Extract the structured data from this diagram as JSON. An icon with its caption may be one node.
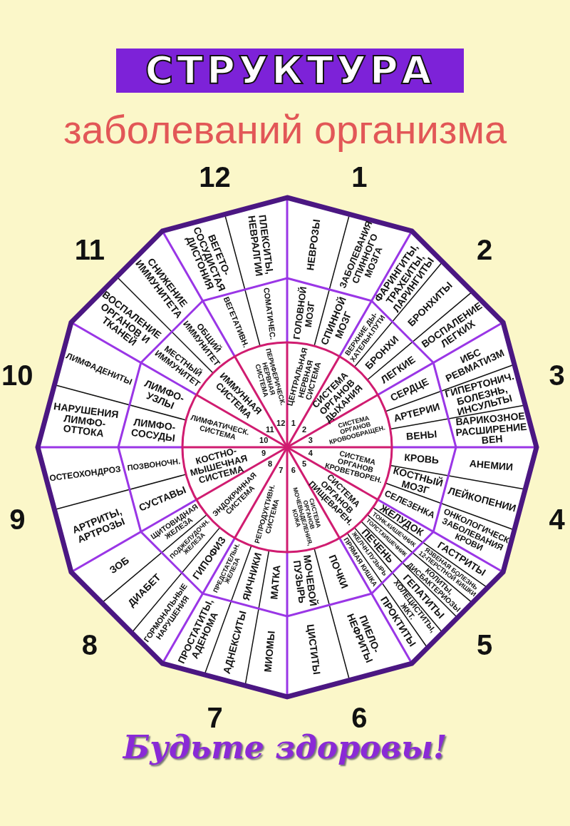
{
  "diagram": {
    "title": "СТРУКТУРА",
    "caption": "Будьте здоровы!",
    "nodes": [
      {
        "text": [
          "1",
          "ЦЕНТРАЛЬНАЯ НЕРВНАЯ СИСТЕМА"
        ]
      },
      {
        "text": [
          "ГОЛОВНОЙ МОЗГ"
        ]
      },
      {
        "text": [
          "СПИННОЙ МОЗГ"
        ]
      },
      {
        "text": [
          "НЕВРОЗЫ"
        ]
      },
      {
        "text": [
          "ЗАБОЛЕВАНИЯ СПИННОГО МОЗГА"
        ]
      },
      {
        "text": [
          "2",
          "СИСТЕМА ОРГАНОВ ДЫХАНИЯ"
        ]
      },
      {
        "text": [
          "ВЕРХНИЕ ДЫ- ХАТЕЛЬН.ПУТИ"
        ]
      },
      {
        "text": [
          "БРОНХИ"
        ]
      },
      {
        "text": [
          "ЛЕГКИЕ"
        ]
      },
      {
        "text": [
          "ФАРИНГИТЫ, ТРАХЕИТЫ, ЛАРИНГИТЫ"
        ]
      },
      {
        "text": [
          "БРОНХИТЫ"
        ]
      },
      {
        "text": [
          "ВОСПАЛЕНИЕ ЛЕГКИХ"
        ]
      },
      {
        "text": [
          "3",
          "СИСТЕМА ОРГАНОВ КРОВООБРАЩЕН."
        ]
      },
      {
        "text": [
          "СЕРДЦЕ"
        ]
      },
      {
        "text": [
          "АРТЕРИИ"
        ]
      },
      {
        "text": [
          "ВЕНЫ"
        ]
      },
      {
        "text": [
          "ИБС РЕВМАТИЗМ"
        ]
      },
      {
        "text": [
          "ГИПЕРТОНИЧ. БОЛЕЗНЬ, ИНСУЛЬТЫ"
        ]
      },
      {
        "text": [
          "ВАРИКОЗНОЕ РАСШИРЕНИЕ ВЕН"
        ]
      },
      {
        "text": [
          "4",
          "СИСТЕМА ОРГАНОВ КРОВЕТВОРЕН."
        ]
      },
      {
        "text": [
          "КРОВЬ"
        ]
      },
      {
        "text": [
          "КОСТНЫЙ МОЗГ"
        ]
      },
      {
        "text": [
          "СЕЛЕЗЕНКА"
        ]
      },
      {
        "text": [
          "АНЕМИИ"
        ]
      },
      {
        "text": [
          "ЛЕЙКОПЕНИИ"
        ]
      },
      {
        "text": [
          "ОНКОЛОГИЧЕСК ЗАБОЛЕВАНИЯ КРОВИ"
        ]
      },
      {
        "text": [
          "5",
          "СИСТЕМА ОРГАНОВ ПИЩЕВАРЕН."
        ]
      },
      {
        "text": [
          "ЖЕЛУДОК"
        ]
      },
      {
        "text": [
          "ТОНК.КИШЕЧНИК"
        ]
      },
      {
        "text": [
          "ТОЛСТ.КИШЕЧНИК"
        ]
      },
      {
        "text": [
          "ПЕЧЕНЬ"
        ]
      },
      {
        "text": [
          "ЖЕЛЧН.ПУЗЫРЬ"
        ]
      },
      {
        "text": [
          "ПРЯМАЯ КИШКА"
        ]
      },
      {
        "text": [
          "ГАСТРИТЫ"
        ]
      },
      {
        "text": [
          "ЯЗВЕНАЯ БОЛЕЗНЬ 12-ПЕРСТНОЙ КИШКИ"
        ]
      },
      {
        "text": [
          "КОЛИТЫ, ДИСБАКТЕРИОЗЫ"
        ]
      },
      {
        "text": [
          "ГЕПАТИТЫ"
        ]
      },
      {
        "text": [
          "ХОЛЕЦИСТИТЫ, ЖКТ."
        ]
      },
      {
        "text": [
          "ПРОКТИТЫ"
        ]
      },
      {
        "text": [
          "6",
          "СИСТЕМА ОРГАНОВ МОЧЕВЫДЕЛЕНИЯ, КОЖА"
        ]
      },
      {
        "text": [
          "ПОЧКИ"
        ]
      },
      {
        "text": [
          "МОЧЕВОЙ ПУЗЫРЬ"
        ]
      },
      {
        "text": [
          "ПИЕЛО- НЕФРИТЫ"
        ]
      },
      {
        "text": [
          "ЦИСТИТЫ"
        ]
      },
      {
        "text": [
          "7",
          "РЕПРОДУКТИВН. СИСТЕМА"
        ]
      },
      {
        "text": [
          "МАТКА"
        ]
      },
      {
        "text": [
          "ЯИЧНИКИ"
        ]
      },
      {
        "text": [
          "ПРЕДСТАТЕЛЬН. ЖЕЛЕЗА"
        ]
      },
      {
        "text": [
          "МИОМЫ"
        ]
      },
      {
        "text": [
          "АДНЕКСИТЫ"
        ]
      },
      {
        "text": [
          "ПРОСТАТИТЫ, АДЕНОМА"
        ]
      },
      {
        "text": [
          "8",
          "ЭНДОКРИННАЯ СИСТЕМА"
        ]
      },
      {
        "text": [
          "ГИПОФИЗ"
        ]
      },
      {
        "text": [
          "ПОДЖЕЛУДОЧН. ЖЕЛЕЗА"
        ]
      },
      {
        "text": [
          "ЩИТОВИДНАЯ ЖЕЛЕЗА"
        ]
      },
      {
        "text": [
          "ГОРМОНАЛЬНЫЕ НАРУШЕНИЯ"
        ]
      },
      {
        "text": [
          "ДИАБЕТ"
        ]
      },
      {
        "text": [
          "ЗОБ"
        ]
      },
      {
        "text": [
          "9",
          "КОСТНО- МЫШЕЧНАЯ СИСТЕМА"
        ]
      },
      {
        "text": [
          "СУСТАВЫ"
        ]
      },
      {
        "text": [
          "ПОЗВОНОЧН."
        ]
      },
      {
        "text": [
          "АРТРИТЫ, АРТРОЗЫ"
        ]
      },
      {
        "text": [
          "ОСТЕОХОНДРОЗ"
        ]
      },
      {
        "text": [
          "10",
          "ЛИМФАТИЧЕСК. СИСТЕМА"
        ]
      },
      {
        "text": [
          "ЛИМФО- СОСУДЫ"
        ]
      },
      {
        "text": [
          "ЛИМФО- УЗЛЫ"
        ]
      },
      {
        "text": [
          "НАРУШЕНИЯ ЛИМФО- ОТТОКА"
        ]
      },
      {
        "text": [
          "ЛИМФАДЕНИТЫ"
        ]
      },
      {
        "text": [
          "11",
          "ИММУННАЯ СИСТЕМА"
        ]
      },
      {
        "text": [
          "МЕСТНЫЙ ИММУНИТЕТ"
        ]
      },
      {
        "text": [
          "ОБЩИЙ ИММУНИТЕТ"
        ]
      },
      {
        "text": [
          "ВОСПАЛЕНИЕ ОРГАНОВ И ТКАНЕЙ"
        ]
      },
      {
        "text": [
          "СНИЖЕНИЕ ИММУНИТЕТА"
        ]
      },
      {
        "text": [
          "12",
          "ПЕРИФЕРИЧЕСК. НЕРВНАЯ СИСТЕМА"
        ]
      },
      {
        "text": [
          "ВЕГЕТАТИВН."
        ]
      },
      {
        "text": [
          "СОМАТИЧЕС."
        ]
      },
      {
        "text": [
          "ВЕГЕТО- СОСУДИСТАЯ ДИСТОНИЯ"
        ]
      },
      {
        "text": [
          "ПЛЕКСИТЫ, НЕВРАЛГИИ"
        ]
      }
    ],
    "labels": [
      "заболеваний организма",
      "1",
      "2",
      "3",
      "4",
      "5",
      "6",
      "7",
      "8",
      "9",
      "10",
      "11",
      "12"
    ]
  }
}
